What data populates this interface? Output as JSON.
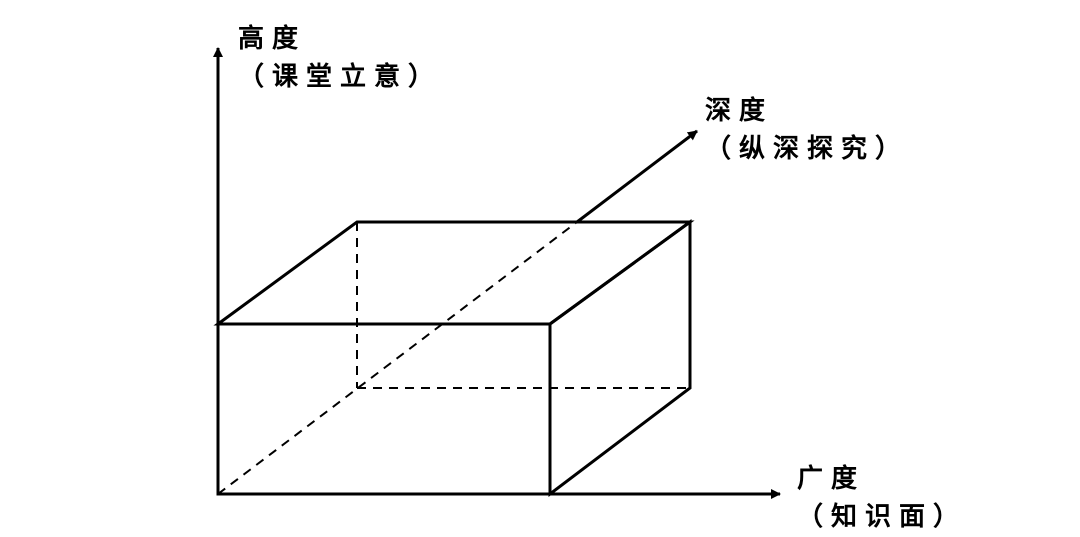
{
  "axes": {
    "height": {
      "title": "高度",
      "subtitle": "（课堂立意）"
    },
    "depth": {
      "title": "深度",
      "subtitle": "（纵深探究）"
    },
    "width": {
      "title": "广度",
      "subtitle": "（知识面）"
    }
  },
  "colors": {
    "line": "#000000",
    "background": "#ffffff"
  }
}
